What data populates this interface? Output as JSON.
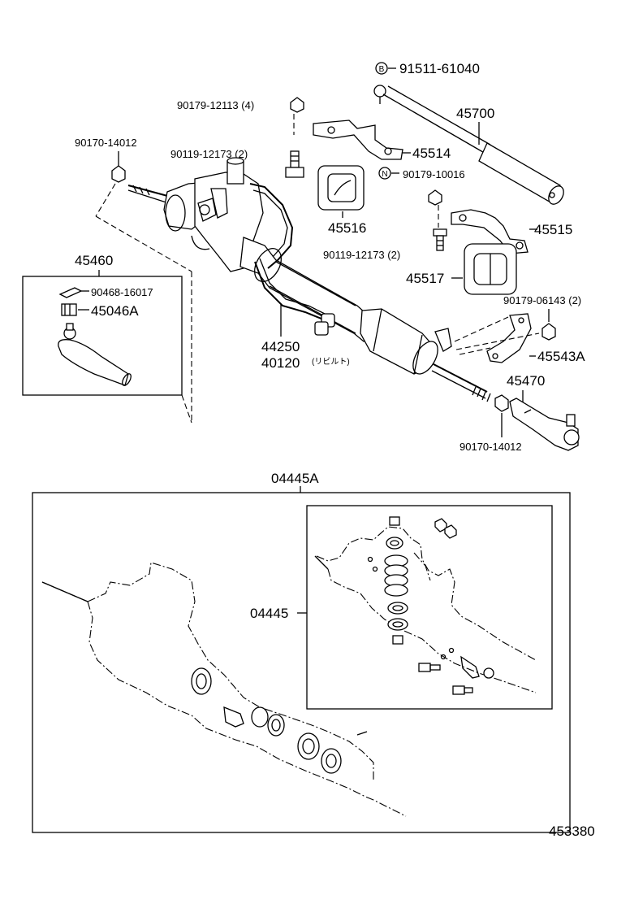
{
  "labels": {
    "p91511": "91511-61040",
    "p45700": "45700",
    "p90179_12113": "90179-12113 (4)",
    "p90170_14012_top": "90170-14012",
    "p90119_12173_a": "90119-12173 (2)",
    "p45514": "45514",
    "p90179_10016": "90179-10016",
    "p45516": "45516",
    "p45515": "45515",
    "p90119_12173_b": "90119-12173 (2)",
    "p45517": "45517",
    "p45460": "45460",
    "p90468": "90468-16017",
    "p45046A": "45046A",
    "p90179_06143": "90179-06143 (2)",
    "p44250": "44250",
    "p40120": "40120",
    "p40120_note": "(リビルト)",
    "p45543A": "45543A",
    "p45470": "45470",
    "p90170_14012_bottom": "90170-14012",
    "p04445A": "04445A",
    "p04445": "04445",
    "diagram_number": "453380"
  },
  "markers": {
    "bolt_marker": "B",
    "nut_marker": "N"
  }
}
